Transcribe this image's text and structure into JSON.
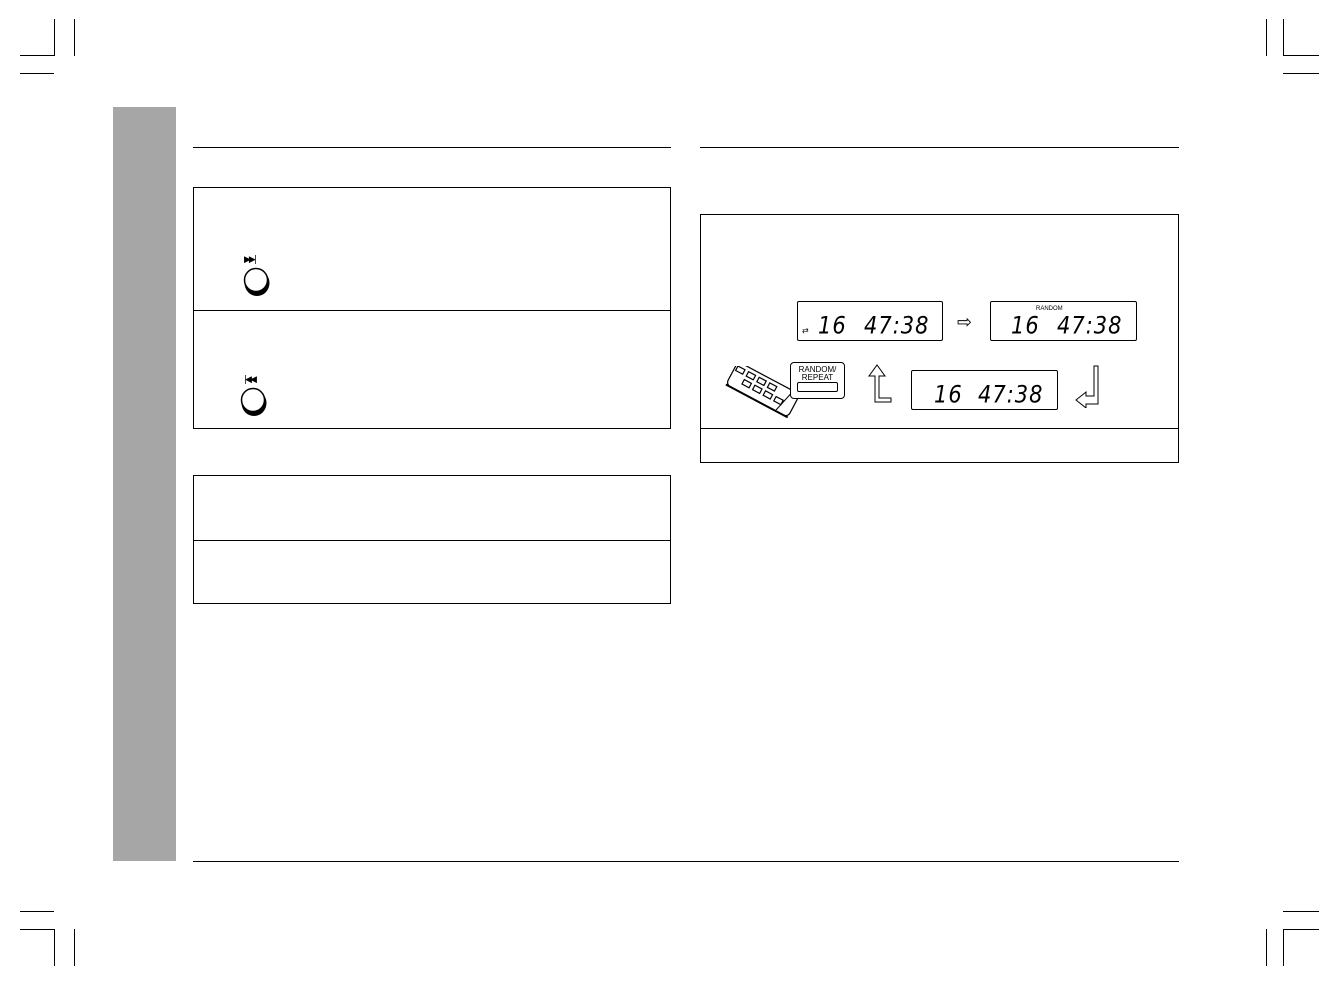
{
  "display_cycle": {
    "time": "47:38",
    "track": "16",
    "random_label": "RANDOM",
    "repeat_symbol": "⇄"
  },
  "remote": {
    "button_label_line1": "RANDOM/",
    "button_label_line2": "REPEAT"
  },
  "icons": {
    "skip_forward": "▶▶|",
    "skip_back": "|◀◀",
    "arrow_right": "⇨",
    "arrow_up": "⇧",
    "arrow_down_left": "↲"
  },
  "colors": {
    "sidebar": "#a6a6a6",
    "ink": "#000000",
    "paper": "#ffffff"
  }
}
